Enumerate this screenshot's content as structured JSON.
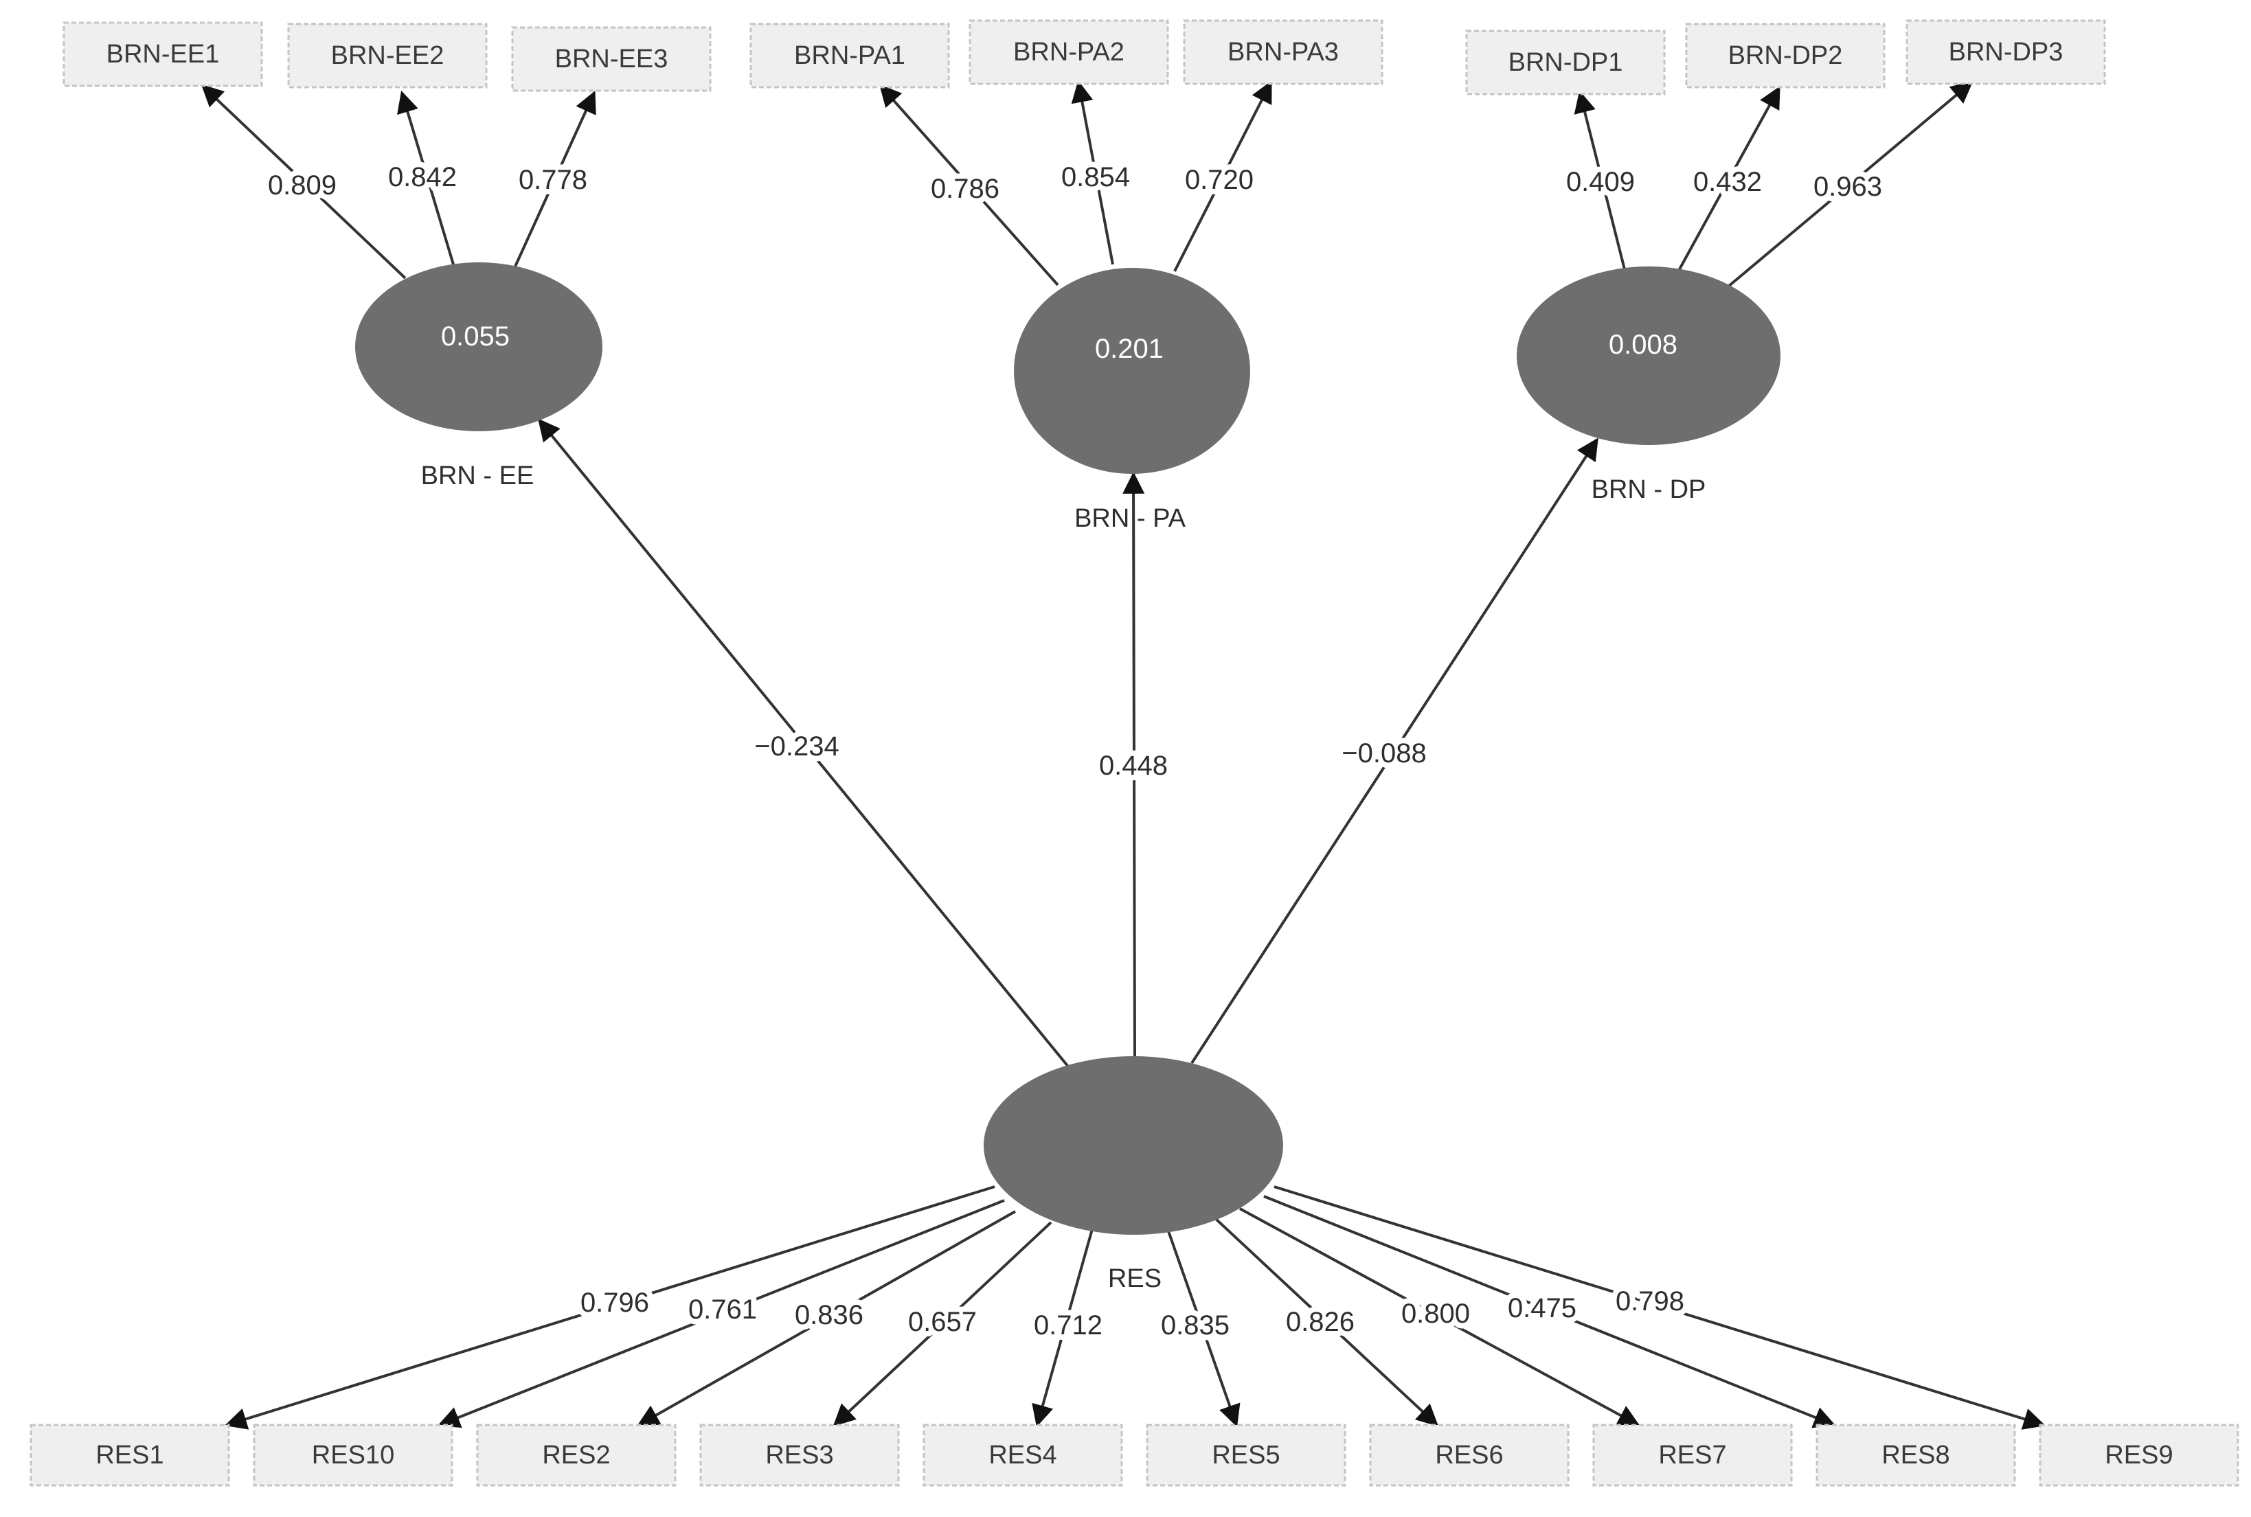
{
  "latent": {
    "res": {
      "name": "RES"
    },
    "brn_ee": {
      "name": "BRN - EE",
      "r2": "0.055"
    },
    "brn_pa": {
      "name": "BRN - PA",
      "r2": "0.201"
    },
    "brn_dp": {
      "name": "BRN - DP",
      "r2": "0.008"
    }
  },
  "structural_paths": {
    "res_to_ee": "−0.234",
    "res_to_pa": "0.448",
    "res_to_dp": "−0.088"
  },
  "indicators": {
    "ee": [
      {
        "label": "BRN-EE1",
        "loading": "0.809"
      },
      {
        "label": "BRN-EE2",
        "loading": "0.842"
      },
      {
        "label": "BRN-EE3",
        "loading": "0.778"
      }
    ],
    "pa": [
      {
        "label": "BRN-PA1",
        "loading": "0.786"
      },
      {
        "label": "BRN-PA2",
        "loading": "0.854"
      },
      {
        "label": "BRN-PA3",
        "loading": "0.720"
      }
    ],
    "dp": [
      {
        "label": "BRN-DP1",
        "loading": "0.409"
      },
      {
        "label": "BRN-DP2",
        "loading": "0.432"
      },
      {
        "label": "BRN-DP3",
        "loading": "0.963"
      }
    ],
    "res": [
      {
        "label": "RES1",
        "loading": "0.796"
      },
      {
        "label": "RES10",
        "loading": "0.761"
      },
      {
        "label": "RES2",
        "loading": "0.836"
      },
      {
        "label": "RES3",
        "loading": "0.657"
      },
      {
        "label": "RES4",
        "loading": "0.712"
      },
      {
        "label": "RES5",
        "loading": "0.835"
      },
      {
        "label": "RES6",
        "loading": "0.826"
      },
      {
        "label": "RES7",
        "loading": "0.800"
      },
      {
        "label": "RES8",
        "loading": "0.475"
      },
      {
        "label": "RES9",
        "loading": "0.798"
      }
    ]
  },
  "colors": {
    "latent_fill": "#6e6e6e",
    "indicator_fill": "#efefef",
    "line": "#333333"
  }
}
